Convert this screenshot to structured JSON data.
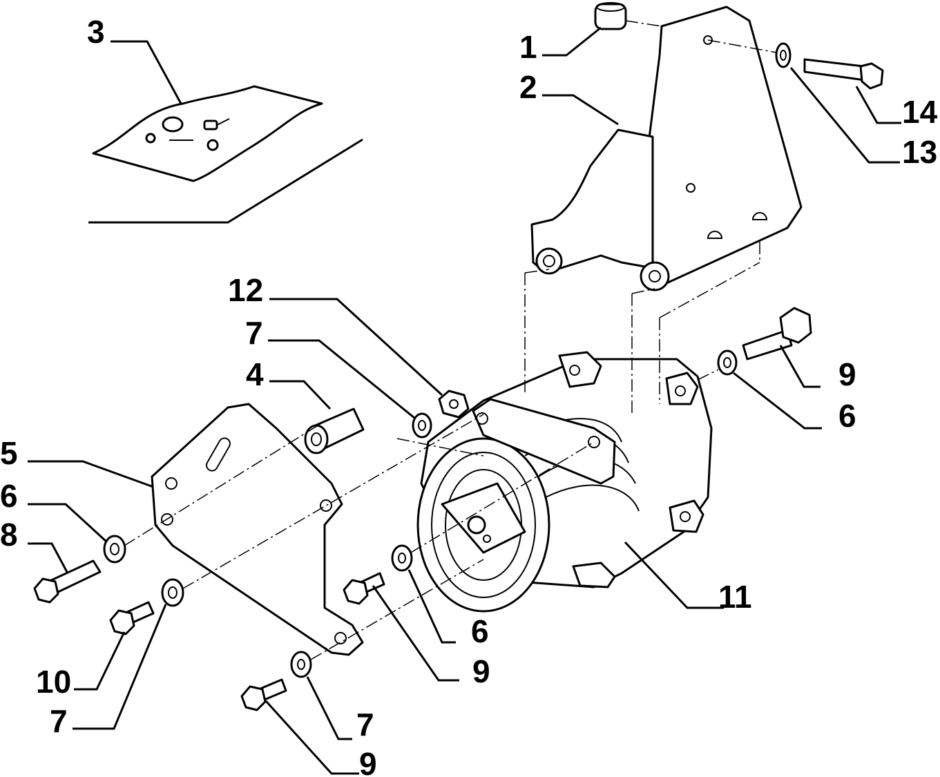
{
  "callouts": [
    {
      "id": "c1",
      "label": "1"
    },
    {
      "id": "c2",
      "label": "2"
    },
    {
      "id": "c3",
      "label": "3"
    },
    {
      "id": "c4",
      "label": "4"
    },
    {
      "id": "c5",
      "label": "5"
    },
    {
      "id": "c6a",
      "label": "6"
    },
    {
      "id": "c6b",
      "label": "6"
    },
    {
      "id": "c6c",
      "label": "6"
    },
    {
      "id": "c7a",
      "label": "7"
    },
    {
      "id": "c7b",
      "label": "7"
    },
    {
      "id": "c7c",
      "label": "7"
    },
    {
      "id": "c8",
      "label": "8"
    },
    {
      "id": "c9a",
      "label": "9"
    },
    {
      "id": "c9b",
      "label": "9"
    },
    {
      "id": "c9c",
      "label": "9"
    },
    {
      "id": "c10",
      "label": "10"
    },
    {
      "id": "c11",
      "label": "11"
    },
    {
      "id": "c12",
      "label": "12"
    },
    {
      "id": "c13",
      "label": "13"
    },
    {
      "id": "c14",
      "label": "14"
    }
  ]
}
